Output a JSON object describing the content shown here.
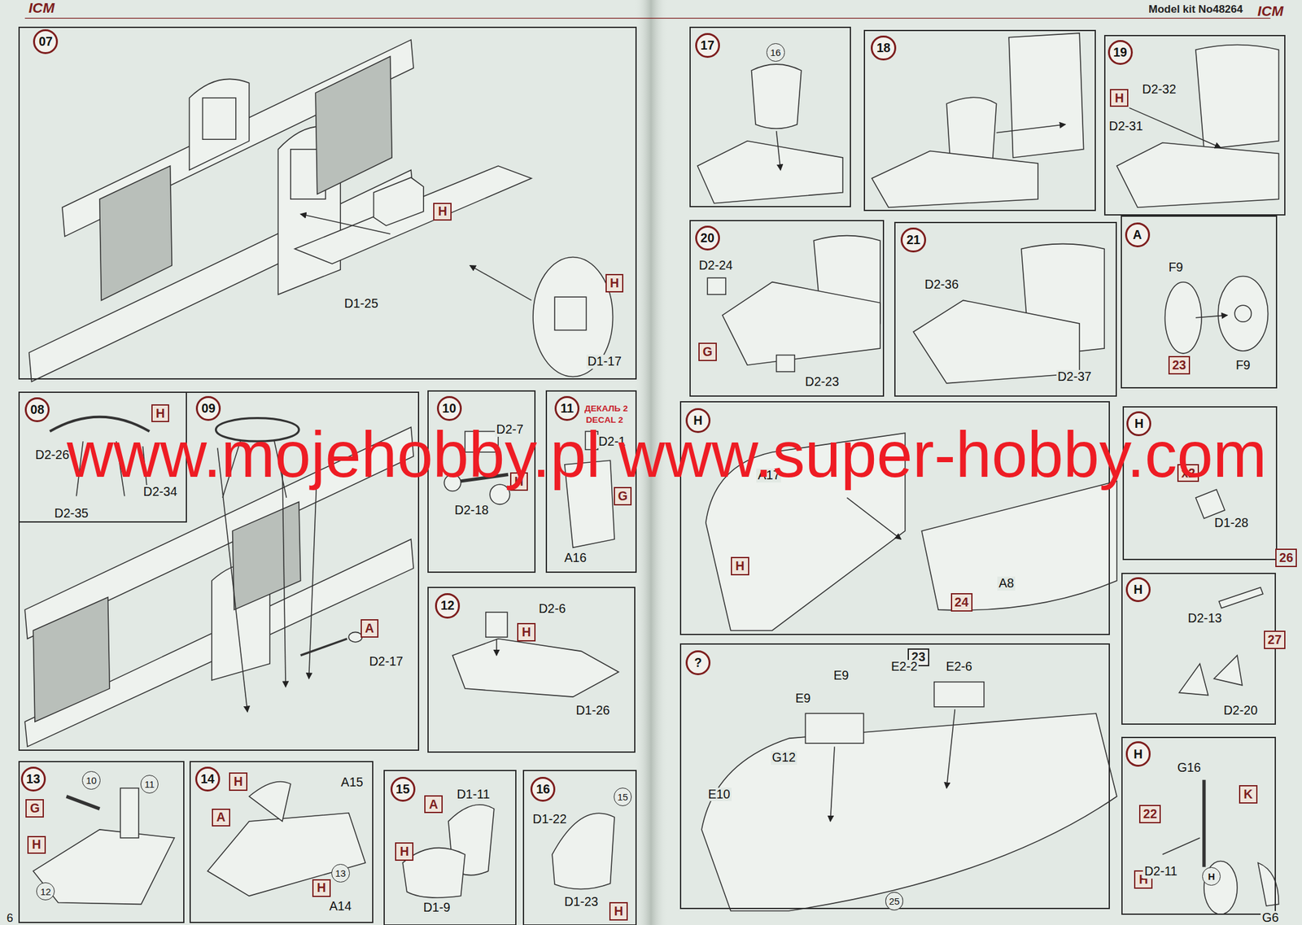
{
  "diagram": {
    "nodes": [
      {
        "text": [
          "07"
        ]
      },
      {
        "text": [
          "H"
        ],
        "in": 0
      },
      {
        "text": [
          "H"
        ],
        "in": 0
      },
      {
        "text": [
          "08"
        ]
      },
      {
        "text": [
          "H"
        ],
        "in": 3
      },
      {
        "text": [
          "09"
        ]
      },
      {
        "text": [
          "A"
        ],
        "in": 5
      },
      {
        "text": [
          "10"
        ]
      },
      {
        "text": [
          "H"
        ],
        "in": 7
      },
      {
        "text": [
          "11"
        ]
      },
      {
        "text": [
          "G"
        ],
        "in": 9
      },
      {
        "text": [
          "12"
        ]
      },
      {
        "text": [
          "H"
        ],
        "in": 11
      },
      {
        "text": [
          "13"
        ]
      },
      {
        "text": [
          "10"
        ],
        "in": 13
      },
      {
        "text": [
          "11"
        ],
        "in": 13
      },
      {
        "text": [
          "G"
        ],
        "in": 13
      },
      {
        "text": [
          "H"
        ],
        "in": 13
      },
      {
        "text": [
          "12"
        ],
        "in": 13
      },
      {
        "text": [
          "14"
        ]
      },
      {
        "text": [
          "H"
        ],
        "in": 19
      },
      {
        "text": [
          "A"
        ],
        "in": 19
      },
      {
        "text": [
          "13"
        ],
        "in": 19
      },
      {
        "text": [
          "H"
        ],
        "in": 19
      },
      {
        "text": [
          "15"
        ]
      },
      {
        "text": [
          "A"
        ],
        "in": 24
      },
      {
        "text": [
          "H"
        ],
        "in": 24
      },
      {
        "text": [
          "16"
        ]
      },
      {
        "text": [
          "15"
        ],
        "in": 27
      },
      {
        "text": [
          "H"
        ],
        "in": 27
      },
      {
        "text": [
          "17"
        ]
      },
      {
        "text": [
          "16"
        ],
        "in": 30
      },
      {
        "text": [
          "18"
        ]
      },
      {
        "text": [
          "19"
        ]
      },
      {
        "text": [
          "H"
        ],
        "in": 33
      },
      {
        "text": [
          "20"
        ]
      },
      {
        "text": [
          "G"
        ],
        "in": 35
      },
      {
        "text": [
          "21"
        ]
      },
      {
        "text": [
          "22"
        ]
      },
      {
        "text": [
          "A"
        ],
        "in": 38
      },
      {
        "text": [
          "23"
        ]
      },
      {
        "text": [
          "H"
        ],
        "in": 40
      },
      {
        "text": [
          "H"
        ],
        "in": 40
      },
      {
        "text": [
          "24"
        ]
      },
      {
        "text": [
          "?"
        ],
        "in": 43
      },
      {
        "text": [
          "23"
        ],
        "in": 43
      },
      {
        "text": [
          "25"
        ]
      },
      {
        "text": [
          "H"
        ],
        "in": 46
      },
      {
        "text": [
          "x2"
        ],
        "in": 46
      },
      {
        "text": [
          "26"
        ]
      },
      {
        "text": [
          "H"
        ],
        "in": 49
      },
      {
        "text": [
          "27"
        ]
      },
      {
        "text": [
          "H"
        ],
        "in": 51
      },
      {
        "text": [
          "K"
        ],
        "in": 51
      },
      {
        "text": [
          "22"
        ],
        "in": 51
      },
      {
        "text": [
          "H"
        ],
        "in": 51
      },
      {
        "text": [
          "H"
        ],
        "in": 51
      }
    ],
    "labels": [
      "ICM",
      "Model kit No48264",
      "ICM",
      "D1-25",
      "D1-17",
      "D2-26",
      "D2-34",
      "D2-35",
      "D2-17",
      "D2-7",
      "D2-18",
      "ДЕКАЛЬ 2",
      "DECAL 2",
      "D2-1",
      "A16",
      "D2-6",
      "D1-26",
      "A15",
      "A14",
      "D1-11",
      "D1-9",
      "D1-22",
      "D1-23",
      "D2-32",
      "D2-31",
      "D2-24",
      "D2-23",
      "D2-36",
      "D2-37",
      "F9",
      "F9",
      "A17",
      "A8",
      "E9",
      "E9",
      "E2-2",
      "E2-6",
      "G12",
      "E10",
      "D1-28",
      "D2-13",
      "D2-20",
      "G16",
      "D2-11",
      "G6",
      "6",
      "www.mojehobby.pl www.super-hobby.com"
    ]
  }
}
